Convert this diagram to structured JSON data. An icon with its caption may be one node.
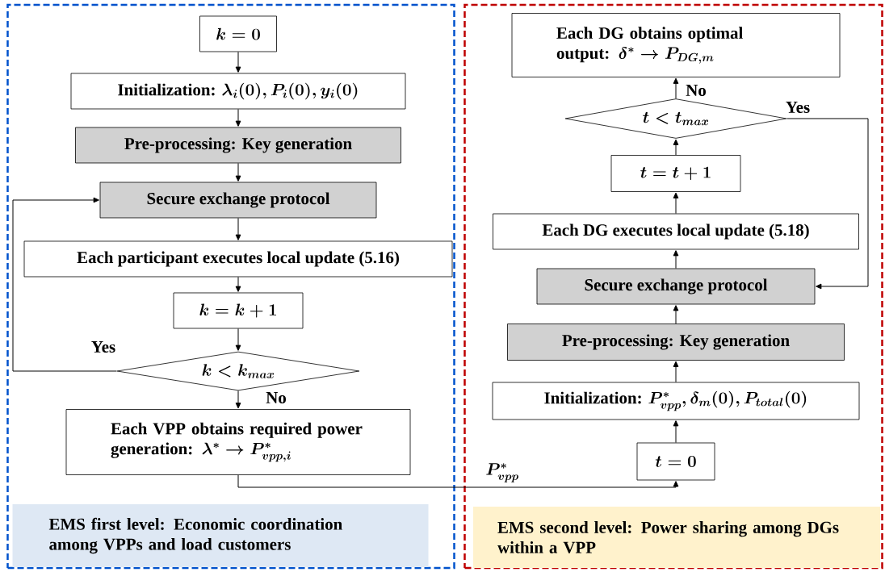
{
  "diagram": {
    "nodes": [
      {
        "text": [],
        "shape": "box"
      },
      {
        "text": [
          "k = 0"
        ],
        "in": 0
      },
      {
        "text": [
          "Initialization:",
          "\\lambda_i(0), P_i(0), y_i(0)"
        ],
        "in": 0
      },
      {
        "text": [
          "Pre-processing: Key generation"
        ],
        "in": 0
      },
      {
        "text": [
          "Secure exchange protocol"
        ],
        "in": 0
      },
      {
        "text": [
          "Each participant executes local update (5.16)"
        ],
        "in": 0
      },
      {
        "text": [
          "k = k + 1"
        ],
        "in": 0
      },
      {
        "text": [
          "k < k_{max}"
        ],
        "in": 0
      },
      {
        "text": [
          "Each VPP obtains required power generation:",
          "\\lambda^{*} \\rightarrow P^{*}_{vpp,i}"
        ],
        "in": 0
      },
      {
        "text": [
          "EMS first level: Economic coordination among VPPs and load customers"
        ],
        "in": 0
      },
      {
        "text": [],
        "shape": "box"
      },
      {
        "text": [
          "Each DG obtains optimal output:",
          "\\delta^{*} \\rightarrow P_{DG,m}"
        ],
        "in": 10
      },
      {
        "text": [
          "t < t_{max}"
        ],
        "in": 10
      },
      {
        "text": [
          "t = t + 1"
        ],
        "in": 10
      },
      {
        "text": [
          "Each DG executes local update (5.18)"
        ],
        "in": 10
      },
      {
        "text": [
          "Secure exchange protocol"
        ],
        "in": 10
      },
      {
        "text": [
          "Pre-processing: Key generation"
        ],
        "in": 10
      },
      {
        "text": [
          "Initialization:",
          "P^{*}_{vpp}, \\delta_m(0), P_{total}(0)"
        ],
        "in": 10
      },
      {
        "text": [
          "t = 0"
        ],
        "in": 10
      },
      {
        "text": [
          "EMS second level: Power sharing among DGs within a VPP"
        ],
        "in": 10
      }
    ],
    "edges": [
      {
        "from": 1,
        "to": 2,
        "arrow": "to"
      },
      {
        "from": 2,
        "to": 3,
        "arrow": "to"
      },
      {
        "from": 3,
        "to": 4,
        "arrow": "to"
      },
      {
        "from": 4,
        "to": 5,
        "arrow": "to"
      },
      {
        "from": 5,
        "to": 6,
        "arrow": "to"
      },
      {
        "from": 6,
        "to": 7,
        "arrow": "to"
      },
      {
        "from": 7,
        "to": 4,
        "arrow": "to",
        "label": "Yes"
      },
      {
        "from": 7,
        "to": 8,
        "arrow": "to",
        "label": "No"
      },
      {
        "from": 8,
        "to": 18,
        "arrow": "to",
        "label": "P^{*}_{vpp}"
      },
      {
        "from": 18,
        "to": 17,
        "arrow": "to"
      },
      {
        "from": 17,
        "to": 16,
        "arrow": "to"
      },
      {
        "from": 16,
        "to": 15,
        "arrow": "to"
      },
      {
        "from": 15,
        "to": 14,
        "arrow": "to"
      },
      {
        "from": 14,
        "to": 13,
        "arrow": "to"
      },
      {
        "from": 13,
        "to": 12,
        "arrow": "to"
      },
      {
        "from": 12,
        "to": 11,
        "arrow": "to",
        "label": "No"
      },
      {
        "from": 12,
        "to": 15,
        "arrow": "to",
        "label": "Yes"
      }
    ]
  }
}
